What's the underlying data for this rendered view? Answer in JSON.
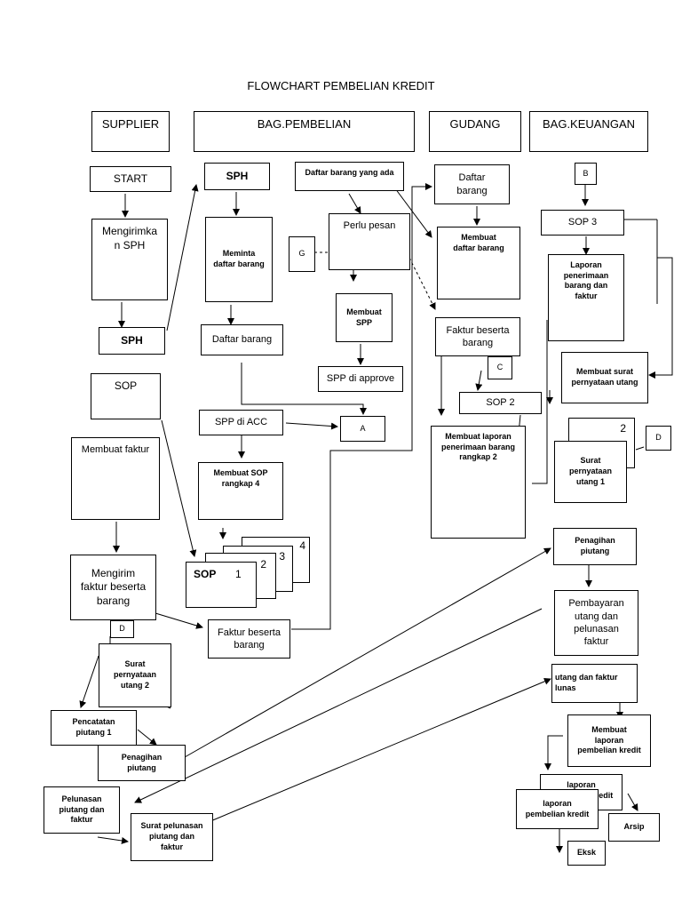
{
  "title": "FLOWCHART PEMBELIAN KREDIT",
  "lanes": {
    "supplier": "SUPPLIER",
    "pembelian": "BAG.PEMBELIAN",
    "gudang": "GUDANG",
    "keuangan": "BAG.KEUANGAN"
  },
  "supplier": {
    "start": "START",
    "mengirim_sph": "Mengirimka\nn SPH",
    "sph": "SPH",
    "sop": "SOP",
    "membuat_faktur": "Membuat faktur",
    "mengirim_faktur": "Mengirim\nfaktur beserta\nbarang",
    "connector_d": "D",
    "surat_pernyataan": "Surat\npernyataan\nutang 2",
    "pencatatan": "Pencatatan\npiutang 1",
    "penagihan": "Penagihan\npiutang",
    "pelunasan": "Pelunasan\npiutang dan\nfaktur",
    "surat_pelunasan": "Surat pelunasan\npiutang dan\nfaktur"
  },
  "pembelian": {
    "sph": "SPH",
    "meminta": "Meminta\ndaftar barang",
    "daftar_barang": "Daftar barang",
    "daftar_yang_ada": "Daftar barang yang ada",
    "perlu_pesan": "Perlu pesan",
    "connector_g": "G",
    "membuat_spp": "Membuat\nSPP",
    "spp_approve": "SPP di approve",
    "spp_acc": "SPP di ACC",
    "connector_a": "A",
    "membuat_sop": "Membuat SOP\nrangkap 4",
    "sop_stack": {
      "label": "SOP",
      "n1": "1",
      "n2": "2",
      "n3": "3",
      "n4": "4"
    },
    "faktur_beserta": "Faktur beserta\nbarang"
  },
  "gudang": {
    "daftar_barang": "Daftar\nbarang",
    "membuat_daftar": "Membuat\ndaftar barang",
    "faktur_beserta": "Faktur beserta\nbarang",
    "connector_c": "C",
    "sop2": "SOP 2",
    "membuat_laporan": "Membuat laporan\npenerimaan barang\nrangkap 2"
  },
  "keuangan": {
    "connector_b": "B",
    "sop3": "SOP 3",
    "laporan_penerimaan": "Laporan\npenerimaan\nbarang dan\nfaktur",
    "membuat_surat": "Membuat surat\npernyataan utang",
    "surat_num": "2",
    "surat_pernyataan": "Surat\npernyataan\nutang 1",
    "connector_d": "D",
    "penagihan": "Penagihan\npiutang",
    "pembayaran": "Pembayaran\nutang dan\npelunasan\nfaktur",
    "utang_lunas": "utang dan faktur\nlunas",
    "membuat_laporan": "Membuat\nlaporan\npembelian kredit",
    "laporan_back": "laporan\npembelian kredit",
    "laporan_front": "laporan\npembelian kredit",
    "arsip": "Arsip",
    "eksk": "Eksk"
  }
}
